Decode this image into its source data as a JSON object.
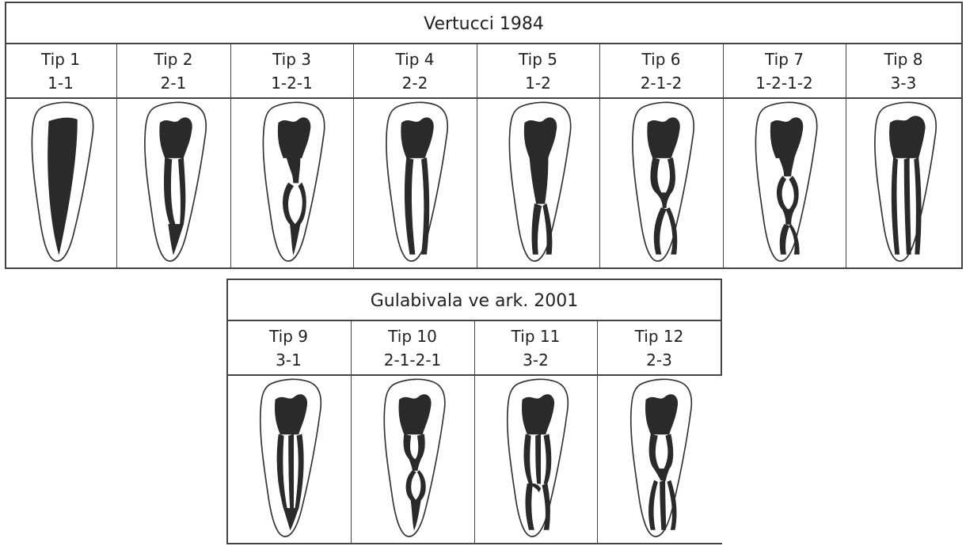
{
  "top_table": {
    "title": "Vertucci 1984",
    "columns": [
      {
        "tip": "Tip 1",
        "config": "1-1",
        "canal": "t1"
      },
      {
        "tip": "Tip 2",
        "config": "2-1",
        "canal": "t2"
      },
      {
        "tip": "Tip 3",
        "config": "1-2-1",
        "canal": "t3"
      },
      {
        "tip": "Tip 4",
        "config": "2-2",
        "canal": "t4"
      },
      {
        "tip": "Tip 5",
        "config": "1-2",
        "canal": "t5"
      },
      {
        "tip": "Tip 6",
        "config": "2-1-2",
        "canal": "t6"
      },
      {
        "tip": "Tip 7",
        "config": "1-2-1-2",
        "canal": "t7"
      },
      {
        "tip": "Tip 8",
        "config": "3-3",
        "canal": "t8"
      }
    ]
  },
  "bottom_table": {
    "title": "Gulabivala ve ark. 2001",
    "columns": [
      {
        "tip": "Tip 9",
        "config": "3-1",
        "canal": "t9"
      },
      {
        "tip": "Tip 10",
        "config": "2-1-2-1",
        "canal": "t10"
      },
      {
        "tip": "Tip 11",
        "config": "3-2",
        "canal": "t11"
      },
      {
        "tip": "Tip 12",
        "config": "2-3",
        "canal": "t12"
      }
    ]
  }
}
